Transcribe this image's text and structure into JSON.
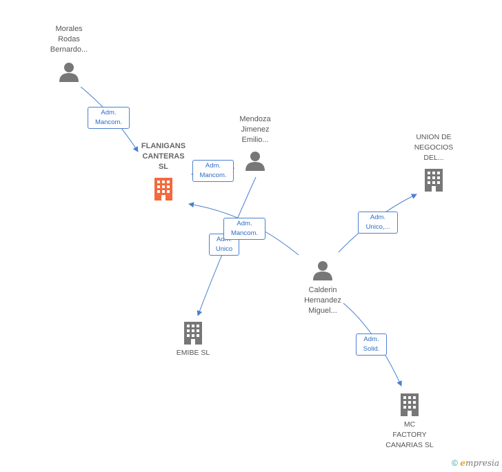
{
  "nodes": {
    "morales": {
      "label": "Morales\nRodas\nBernardo..."
    },
    "mendoza": {
      "label": "Mendoza\nJimenez\nEmilio..."
    },
    "flanigans": {
      "label": "FLANIGANS\nCANTERAS\nSL"
    },
    "union": {
      "label": "UNION DE\nNEGOCIOS\nDEL..."
    },
    "calderin": {
      "label": "Calderin\nHernandez\nMiguel..."
    },
    "emibe": {
      "label": "EMIBE SL"
    },
    "mcfactory": {
      "label": "MC\nFACTORY\nCANARIAS SL"
    }
  },
  "roles": {
    "r1": "Adm.\nMancom.",
    "r2": "Adm.\nMancom.",
    "r3": "Adm.\nMancom.",
    "r4": "Adm.\nUnico",
    "r5": "Adm.\nUnico,...",
    "r6": "Adm.\nSolid."
  },
  "colors": {
    "edge": "#4a7fd0",
    "person": "#777777",
    "company": "#777777",
    "focus_company": "#f26a3d"
  },
  "footer": {
    "symbol": "©",
    "brand_initial": "e",
    "brand_rest": "mpresia"
  }
}
